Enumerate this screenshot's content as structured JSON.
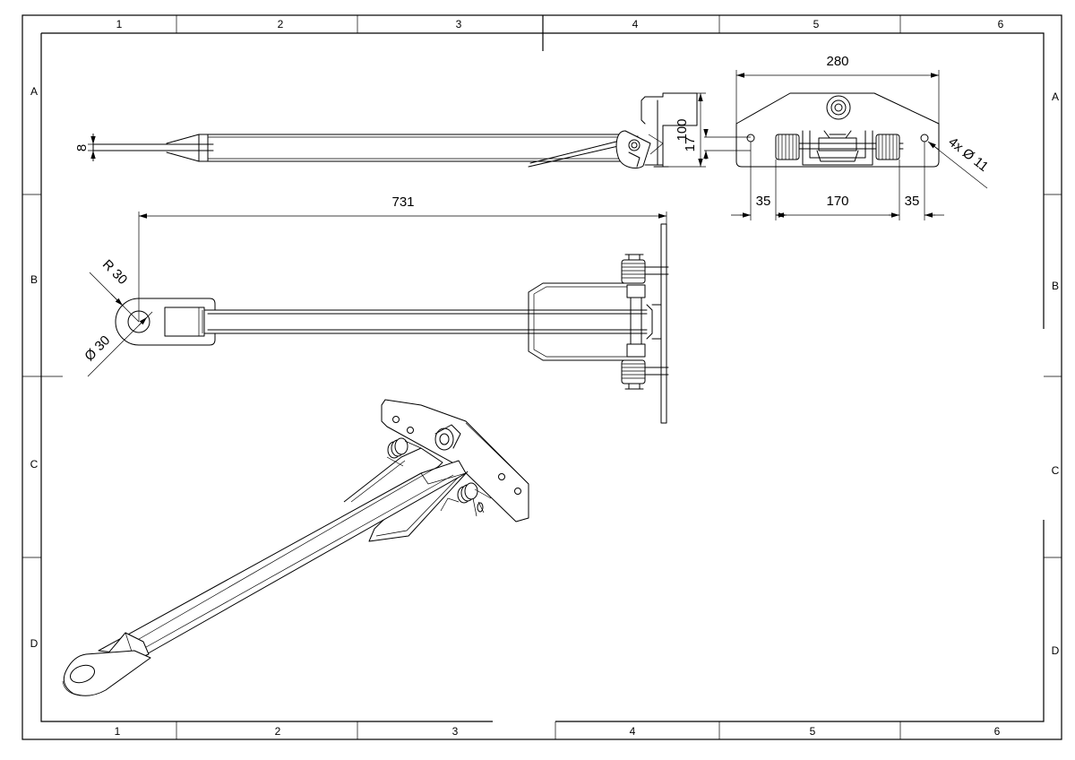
{
  "colors": {
    "line": "#000000",
    "background": "#ffffff"
  },
  "frame": {
    "columns_top": [
      "1",
      "2",
      "3",
      "4",
      "5",
      "6"
    ],
    "columns_bottom": [
      "1",
      "2",
      "3",
      "4",
      "5",
      "6"
    ],
    "rows_left": [
      "A",
      "B",
      "C",
      "D"
    ],
    "rows_right": [
      "A",
      "B",
      "C",
      "D"
    ]
  },
  "side_view": {
    "dim_thickness": "8",
    "dim_height": "100",
    "dim_mount_offset": "17"
  },
  "end_view": {
    "dim_width": "280",
    "dim_edge_left": "35",
    "dim_spring_span": "170",
    "dim_edge_right": "35",
    "hole_callout": "4x Ø 11"
  },
  "top_view": {
    "dim_length": "731",
    "eye_radius": "R 30",
    "eye_hole": "Ø 30"
  }
}
